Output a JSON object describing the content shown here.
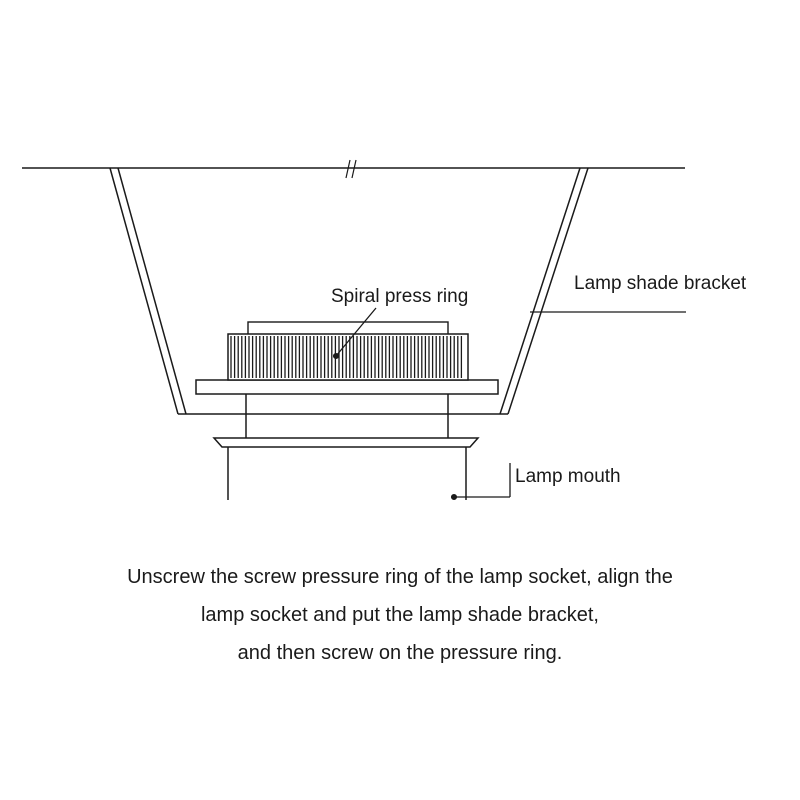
{
  "labels": {
    "spiral_press_ring": "Spiral press ring",
    "lamp_shade_bracket": "Lamp shade bracket",
    "lamp_mouth": "Lamp mouth"
  },
  "caption": {
    "line1": "Unscrew the screw pressure ring of the lamp socket, align the",
    "line2": "lamp socket and put the lamp shade bracket,",
    "line3": "and then screw on the pressure ring."
  },
  "colors": {
    "line": "#1a1a1a",
    "background": "#ffffff"
  }
}
